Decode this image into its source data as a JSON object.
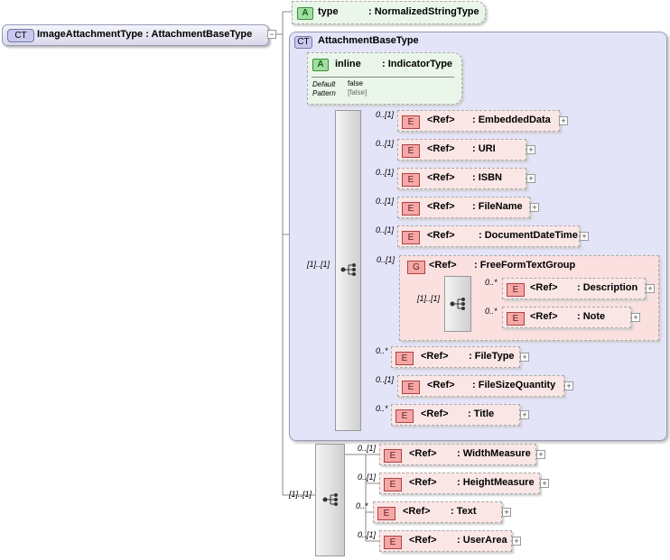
{
  "root": {
    "badge": "CT",
    "name": "ImageAttachmentType",
    "base": ": AttachmentBaseType",
    "toggle": "−"
  },
  "type_attr": {
    "badge": "A",
    "name": "type",
    "type": ": NormalizedStringType"
  },
  "base_type": {
    "badge": "CT",
    "name": "AttachmentBaseType"
  },
  "inline_attr": {
    "badge": "A",
    "name": "inline",
    "type": ": IndicatorType",
    "default_label": "Default",
    "default_value": "false",
    "pattern_label": "Pattern",
    "pattern_value": "[false]"
  },
  "inner_seq_card": "[1]..[1]",
  "inner_elements": [
    {
      "card": "0..[1]",
      "badge": "E",
      "ref": "<Ref>",
      "type": ": EmbeddedData"
    },
    {
      "card": "0..[1]",
      "badge": "E",
      "ref": "<Ref>",
      "type": ": URI"
    },
    {
      "card": "0..[1]",
      "badge": "E",
      "ref": "<Ref>",
      "type": ": ISBN"
    },
    {
      "card": "0..[1]",
      "badge": "E",
      "ref": "<Ref>",
      "type": ": FileName"
    },
    {
      "card": "0..[1]",
      "badge": "E",
      "ref": "<Ref>",
      "type": ": DocumentDateTime"
    }
  ],
  "group": {
    "card": "0..[1]",
    "badge": "G",
    "ref": "<Ref>",
    "type": ": FreeFormTextGroup",
    "seq_card": "[1]..[1]",
    "children": [
      {
        "card": "0..*",
        "badge": "E",
        "ref": "<Ref>",
        "type": ": Description"
      },
      {
        "card": "0..*",
        "badge": "E",
        "ref": "<Ref>",
        "type": ": Note"
      }
    ]
  },
  "inner_elements_after": [
    {
      "card": "0..*",
      "badge": "E",
      "ref": "<Ref>",
      "type": ": FileType"
    },
    {
      "card": "0..[1]",
      "badge": "E",
      "ref": "<Ref>",
      "type": ": FileSizeQuantity"
    },
    {
      "card": "0..*",
      "badge": "E",
      "ref": "<Ref>",
      "type": ": Title"
    }
  ],
  "outer_seq_card": "[1]..[1]",
  "outer_elements": [
    {
      "card": "0..[1]",
      "badge": "E",
      "ref": "<Ref>",
      "type": ": WidthMeasure"
    },
    {
      "card": "0..[1]",
      "badge": "E",
      "ref": "<Ref>",
      "type": ": HeightMeasure"
    },
    {
      "card": "0..*",
      "badge": "E",
      "ref": "<Ref>",
      "type": ": Text"
    },
    {
      "card": "0..[1]",
      "badge": "E",
      "ref": "<Ref>",
      "type": ": UserArea"
    }
  ],
  "toggle_plus": "+"
}
